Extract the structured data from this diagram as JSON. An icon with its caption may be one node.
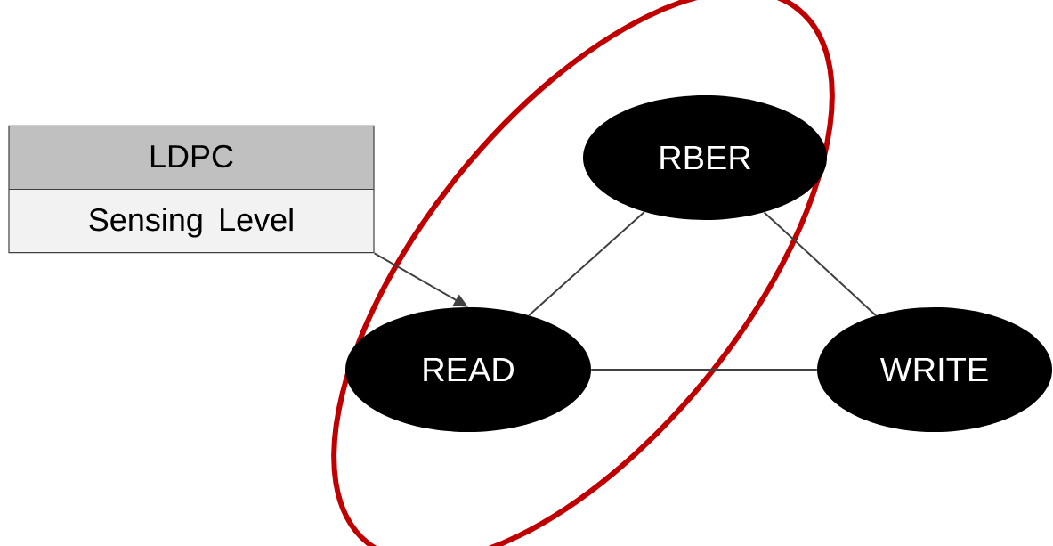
{
  "diagram": {
    "nodes": [
      {
        "text": [
          "LDPC",
          "Sensing Level"
        ]
      },
      {
        "text": [
          "RBER"
        ]
      },
      {
        "text": [
          "READ"
        ]
      },
      {
        "text": [
          "WRITE"
        ]
      }
    ],
    "edges": [
      {
        "from": 0,
        "to": 2,
        "arrow": "to"
      },
      {
        "from": 1,
        "to": 2,
        "arrow": "none"
      },
      {
        "from": 1,
        "to": 3,
        "arrow": "none"
      },
      {
        "from": 2,
        "to": 3,
        "arrow": "none"
      }
    ]
  }
}
